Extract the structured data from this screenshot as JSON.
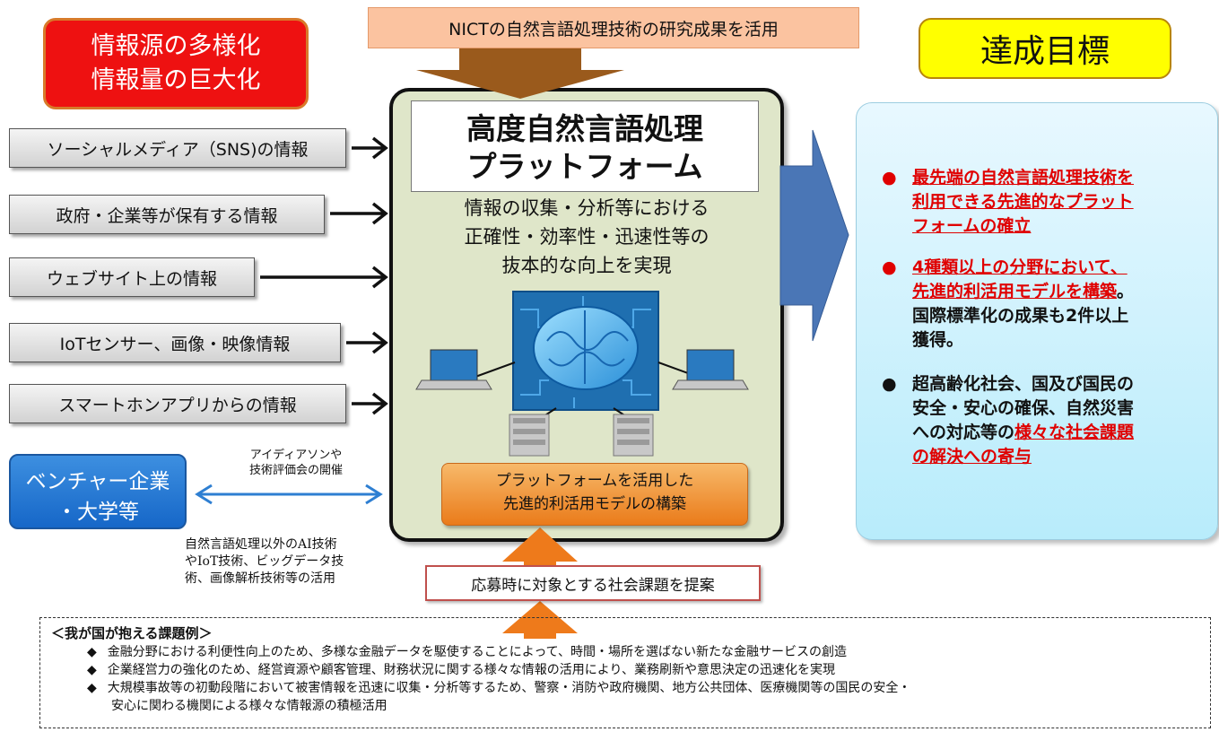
{
  "header": {
    "left_title": [
      "情報源の多様化",
      "情報量の巨大化"
    ],
    "nict_banner": "NICTの自然言語処理技術の研究成果を活用",
    "goal_title": "達成目標"
  },
  "sources": [
    "ソーシャルメディア（SNS)の情報",
    "政府・企業等が保有する情報",
    "ウェブサイト上の情報",
    "IoTセンサー、画像・映像情報",
    "スマートホンアプリからの情報"
  ],
  "platform": {
    "title": [
      "高度自然言語処理",
      "プラットフォーム"
    ],
    "description": [
      "情報の収集・分析等における",
      "正確性・効率性・迅速性等の",
      "抜本的な向上を実現"
    ],
    "model_box": [
      "プラットフォームを活用した",
      "先進的利活用モデルの構築"
    ]
  },
  "venture": {
    "label": [
      "ベンチャー企業",
      "・大学等"
    ],
    "arrow_note": [
      "アイディアソンや",
      "技術評価会の開催"
    ],
    "tech_note": [
      "自然言語処理以外のAI技術",
      "やIoT技術、ビッグデータ技",
      "術、画像解析技術等の活用"
    ]
  },
  "proposal": "応募時に対象とする社会課題を提案",
  "goals": [
    {
      "bullet": "●",
      "lines": [
        "最先端の自然言語処理技術を",
        "利用できる先進的なプラット",
        "フォームの確立"
      ]
    },
    {
      "bullet": "●",
      "lines": [
        "4種類以上の分野において、",
        "先進的利活用モデルを構築",
        "。",
        "国際標準化の成果も2件以上",
        "獲得。"
      ]
    },
    {
      "bullet": "●",
      "lines": [
        "超高齢化社会、国及び国民の",
        "安全・安心の確保、自然災害",
        "への対応等の",
        "様々な社会課題",
        "の解決への寄与"
      ]
    }
  ],
  "issues": {
    "title": "＜我が国が抱える課題例＞",
    "bullet": "◆",
    "items": [
      "金融分野における利便性向上のため、多様な金融データを駆使することによって、時間・場所を選ばない新たな金融サービスの創造",
      "企業経営力の強化のため、経営資源や顧客管理、財務状況に関する様々な情報の活用により、業務刷新や意思決定の迅速化を実現",
      "大規模事故等の初動段階において被害情報を迅速に収集・分析等するため、警察・消防や政府機関、地方公共団体、医療機関等の国民の安全・",
      "安心に関わる機関による様々な情報源の積極活用"
    ]
  },
  "colors": {
    "accent_red": "#e00000",
    "platform_bg": "#dfe6c9",
    "arrow_orange": "#ee7a1b",
    "arrow_brown": "#9a5a1c",
    "arrow_blue": "#4a76b6"
  }
}
